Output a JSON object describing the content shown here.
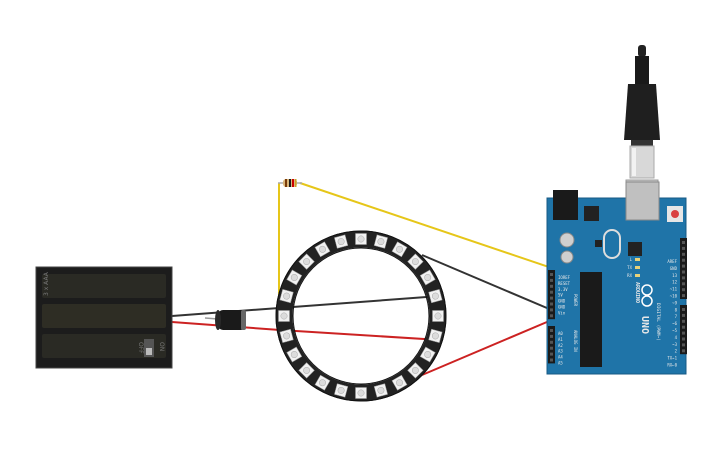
{
  "battery": {
    "label": "3 x AAA",
    "switch_off": "OFF",
    "switch_on": "ON"
  },
  "arduino": {
    "brand_label": "ARDUINO",
    "model_label": "UNO",
    "digital_label": "DIGITAL (PWM~)",
    "power_label": "POWER",
    "analog_label": "ANALOG IN",
    "power_pins": [
      "IOREF",
      "RESET",
      "3.3V",
      "5V",
      "GND",
      "GND",
      "Vin"
    ],
    "analog_pins": [
      "A0",
      "A1",
      "A2",
      "A3",
      "A4",
      "A5"
    ],
    "digital_pins": [
      "AREF",
      "GND",
      "13",
      "12",
      "~11",
      "~10",
      "~9",
      "8",
      "7",
      "~6",
      "~5",
      "4",
      "~3",
      "2",
      "TX→1",
      "RX←0"
    ],
    "led_labels": [
      "L",
      "TX",
      "RX"
    ]
  },
  "colors": {
    "wire_yellow": "#e6c619",
    "wire_red": "#cc2222",
    "wire_black": "#333333",
    "board": "#1f74a8",
    "ring": "#222222"
  },
  "ring": {
    "pixel_count": 24
  }
}
